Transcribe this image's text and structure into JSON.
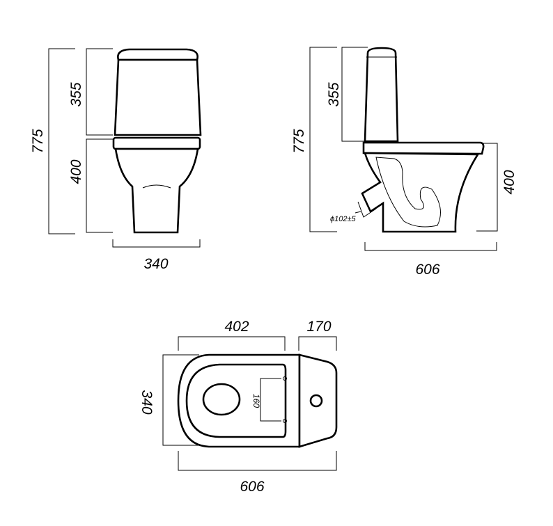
{
  "front_view": {
    "height_total": "775",
    "tank_height": "355",
    "bowl_height": "400",
    "width": "340"
  },
  "side_view": {
    "height_total": "775",
    "tank_height": "355",
    "bowl_height": "400",
    "length": "606",
    "outlet_diameter": "ϕ102±5"
  },
  "top_view": {
    "bowl_length": "402",
    "tank_depth": "170",
    "width": "340",
    "hole_spacing": "160",
    "length": "606"
  }
}
